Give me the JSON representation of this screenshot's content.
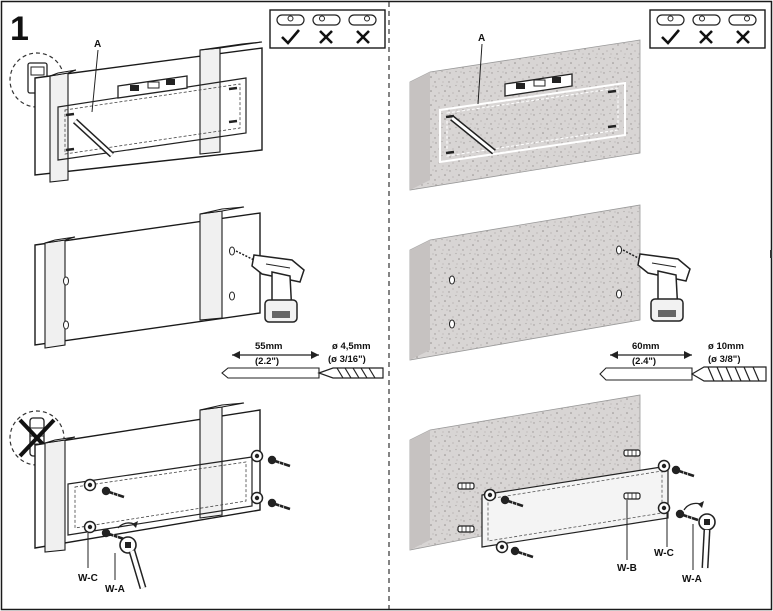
{
  "step_number": "1",
  "label_a": "A",
  "wood": {
    "drill_depth": "55mm",
    "drill_depth_in": "(2.2\")",
    "drill_size": "ø 4,5mm",
    "drill_size_in": "(ø 3/16\")",
    "label_wc": "W-C",
    "label_wa": "W-A"
  },
  "concrete": {
    "drill_depth": "60mm",
    "drill_depth_in": "(2.4\")",
    "drill_size": "ø 10mm",
    "drill_size_in": "(ø 3/8\")",
    "label_wb": "W-B",
    "label_wc": "W-C",
    "label_wa": "W-A"
  },
  "colors": {
    "line": "#1a1a1a",
    "concrete": "#d8d5d4",
    "concrete_side": "#c6c2c1",
    "wood_face": "#ffffff",
    "wood_side": "#f0f0f0"
  },
  "icons": [
    "bubble-level-icon",
    "check-icon",
    "cross-icon",
    "drill-icon",
    "drill-bit-icon",
    "wrench-icon",
    "screw-icon",
    "wall-anchor-icon",
    "stud-finder-icon"
  ]
}
